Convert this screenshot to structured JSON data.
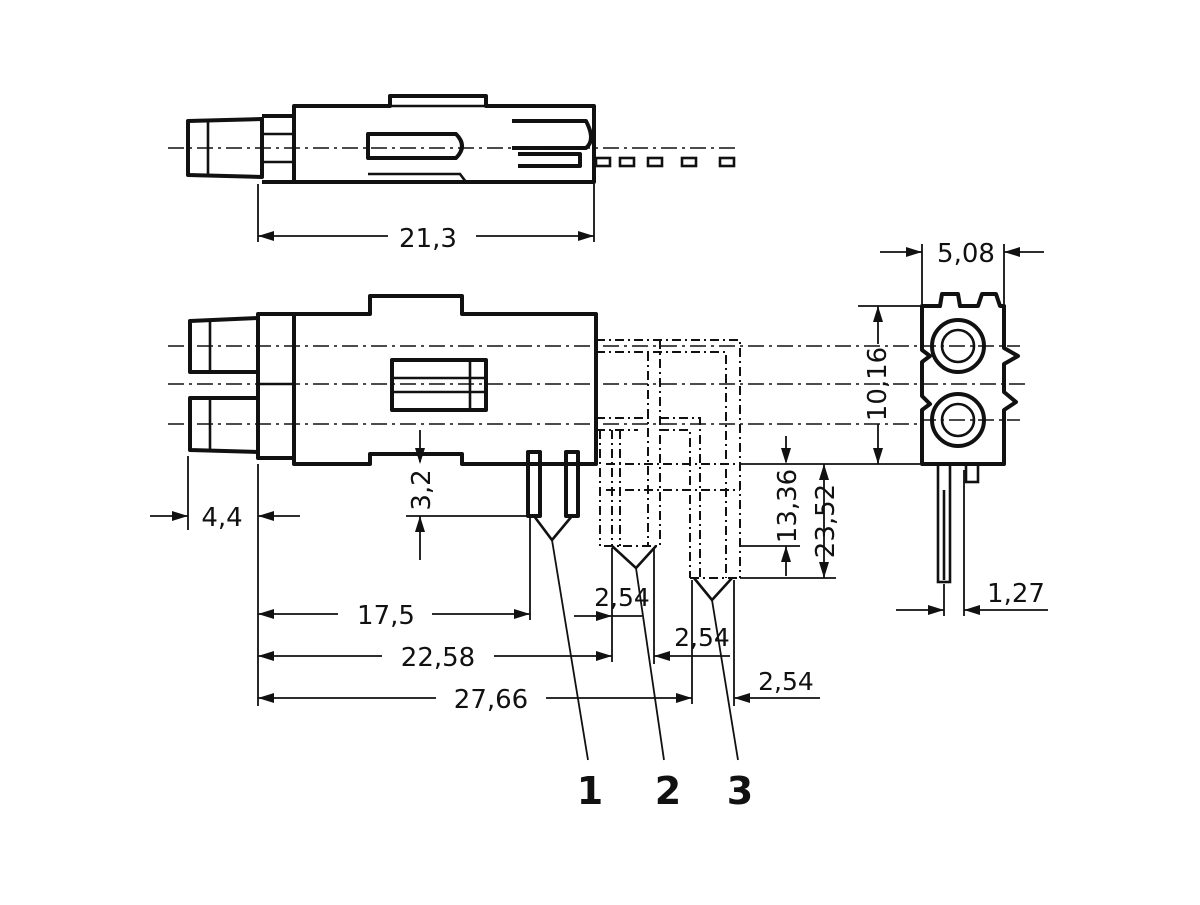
{
  "drawing": {
    "dimensions": {
      "top_length": "21,3",
      "pitch_width": "5,08",
      "body_height": "10,16",
      "pin_offset": "3,2",
      "front_offset": "4,4",
      "pin1_distance": "17,5",
      "pin2_distance": "22,58",
      "pin3_distance": "27,66",
      "pin_spacing_a": "2,54",
      "pin_spacing_b": "2,54",
      "pin_spacing_c": "2,54",
      "height_a": "13,36",
      "height_b": "23,52",
      "pin_width": "1,27"
    },
    "callouts": [
      "1",
      "2",
      "3"
    ]
  }
}
